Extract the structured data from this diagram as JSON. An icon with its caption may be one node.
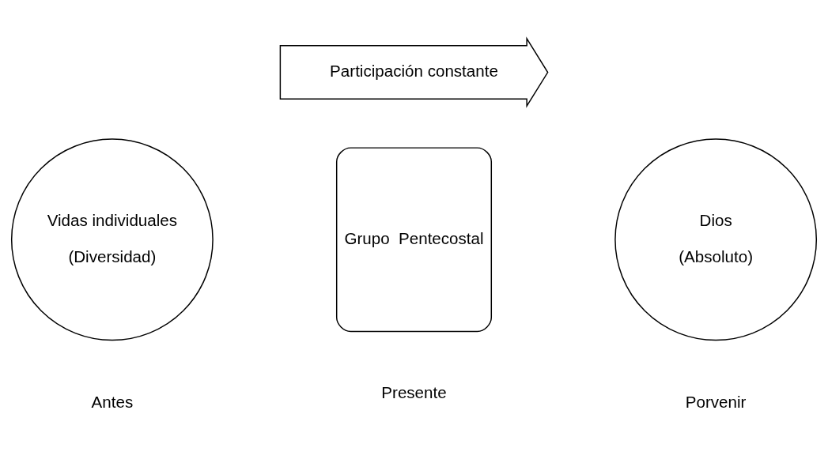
{
  "diagram": {
    "nodes": [
      {
        "text": [
          "Vidas individuales",
          "(Diversidad)"
        ],
        "beside": [
          "Antes"
        ]
      },
      {
        "text": [
          "Grupo  Pentecostal"
        ],
        "beside": [
          "Presente"
        ]
      },
      {
        "text": [
          "Dios",
          "(Absoluto)"
        ],
        "beside": [
          "Porvenir"
        ]
      },
      {
        "text": [
          "Participación constante"
        ]
      }
    ]
  }
}
